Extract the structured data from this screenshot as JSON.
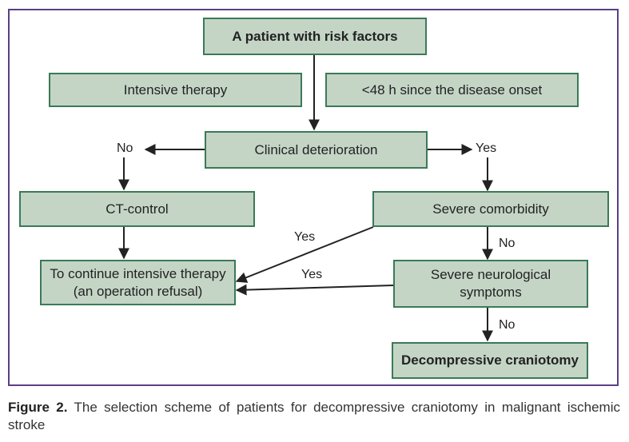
{
  "nodes": {
    "start": "A patient with risk factors",
    "intensive_therapy": "Intensive therapy",
    "onset": "<48 h since the disease onset",
    "deterioration": "Clinical deterioration",
    "ct_control": "CT-control",
    "comorbidity": "Severe comorbidity",
    "continue_line1": "To continue intensive therapy",
    "continue_line2": "(an operation refusal)",
    "neuro_line1": "Severe neurological",
    "neuro_line2": "symptoms",
    "craniotomy": "Decompressive craniotomy"
  },
  "edge_labels": {
    "no_left": "No",
    "yes_right": "Yes",
    "yes_comorbidity": "Yes",
    "yes_neuro": "Yes",
    "no_comorbidity": "No",
    "no_neuro": "No"
  },
  "caption": {
    "label": "Figure 2.",
    "text": " The selection scheme of patients for decompressive craniotomy in malignant ischemic stroke"
  },
  "colors": {
    "box_fill": "#c4d5c6",
    "box_border": "#3a7a56",
    "frame_border": "#5b3f86",
    "arrow": "#222222"
  }
}
